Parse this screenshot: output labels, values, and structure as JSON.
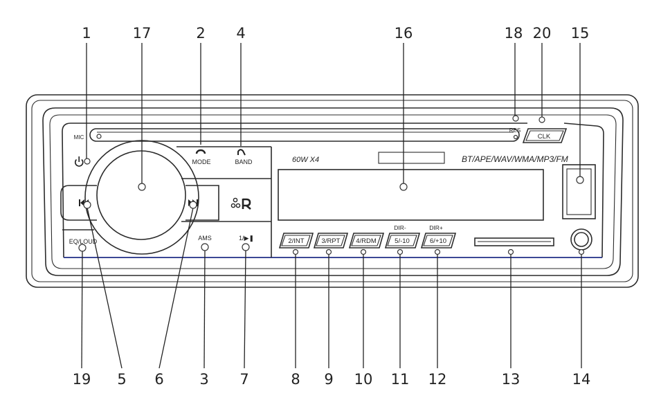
{
  "callouts": {
    "top": [
      "1",
      "17",
      "2",
      "4",
      "16",
      "18",
      "20",
      "15"
    ],
    "bottom": [
      "19",
      "5",
      "6",
      "3",
      "7",
      "8",
      "9",
      "10",
      "11",
      "12",
      "13",
      "14"
    ]
  },
  "device": {
    "mic_label": "MIC",
    "mode_label": "MODE",
    "band_label": "BAND",
    "eq_loud_label": "EQ/LOUD",
    "ams_label": "AMS",
    "play_pause_label": "1/▶❚",
    "power_rating": "60W X4",
    "formats": "BT/APE/WAV/WMA/MP3/FM",
    "res_label": "RES",
    "clk_label": "CLK",
    "dir_minus_label": "DIR-",
    "dir_plus_label": "DIR+",
    "preset_buttons": [
      "2/INT",
      "3/RPT",
      "4/RDM",
      "5/-10",
      "6/+10"
    ]
  },
  "icons": [
    "power-icon",
    "previous-track-icon",
    "next-track-icon",
    "headphone-icon",
    "antenna-icon",
    "ir-sensor-icon"
  ],
  "colors": {
    "line": "#2b2b2b",
    "accent_strip": "#1f2d86"
  }
}
